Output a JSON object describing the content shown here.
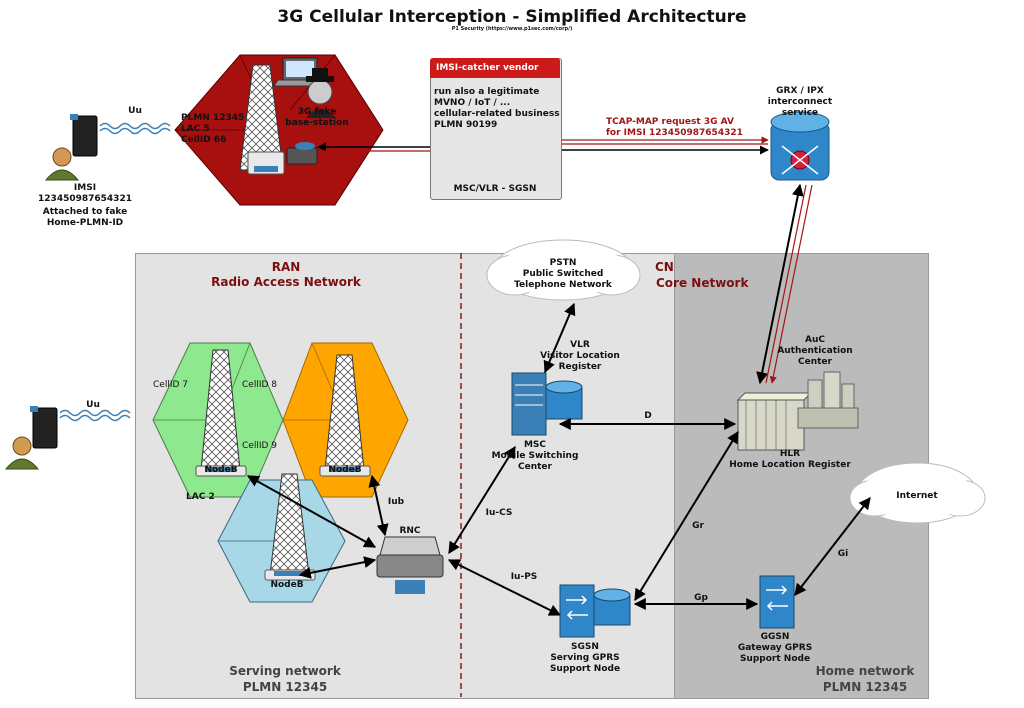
{
  "title": "3G Cellular Interception - Simplified Architecture",
  "subtitle": "P1 Security (https://www.p1sec.com/corp/)",
  "colors": {
    "red_cell": "#a80f0f",
    "green_cell": "#8ee88e",
    "orange_cell": "#ffa500",
    "blue_cell": "#a8d8e8",
    "region_light": "#e3e3e3",
    "region_dark": "#bbbbbb",
    "link_red": "#a31515"
  },
  "fake_bts": {
    "plmn": "PLMN  12345",
    "lac": "LAC     5",
    "cellid": "CellID  66",
    "label": "3G fake base-station"
  },
  "uu_top": "Uu",
  "imsi_user": {
    "line1": "IMSI",
    "line2": "123450987654321",
    "line3": "Attached to fake",
    "line4": "Home-PLMN-ID"
  },
  "vendor": {
    "header": "IMSI-catcher vendor",
    "desc": [
      "run also a legitimate",
      "MVNO / IoT / ...",
      "cellular-related business",
      "PLMN 90199"
    ],
    "server_label": "MSC/VLR - SGSN"
  },
  "tcap": {
    "line1": "TCAP-MAP request 3G AV",
    "line2": "for IMSI 123450987654321"
  },
  "grx": {
    "line1": "GRX / IPX",
    "line2": "interconnect",
    "line3": "service"
  },
  "ran": {
    "line1": "RAN",
    "line2": "Radio Access Network"
  },
  "cn": {
    "line1": "CN",
    "line2": "Core Network"
  },
  "pstn": {
    "line1": "PSTN",
    "line2": "Public Switched",
    "line3": "Telephone Network"
  },
  "vlr": {
    "line1": "VLR",
    "line2": "Visitor Location",
    "line3": "Register"
  },
  "msc": {
    "line1": "MSC",
    "line2": "Mobile Switching",
    "line3": "Center"
  },
  "auc": {
    "line1": "AuC",
    "line2": "Authentication",
    "line3": "Center"
  },
  "hlr": {
    "line1": "HLR",
    "line2": "Home Location Register"
  },
  "internet": "Internet",
  "cells": {
    "c7": "CellID 7",
    "c8": "CellID 8",
    "c9": "CellID 9",
    "lac2": "LAC 2"
  },
  "nodeb": "NodeB",
  "rnc": "RNC",
  "uu_left": "Uu",
  "links": {
    "iub": "Iub",
    "iucs": "Iu-CS",
    "iups": "Iu-PS",
    "d": "D",
    "gr": "Gr",
    "gp": "Gp",
    "gi": "Gi"
  },
  "sgsn": {
    "line1": "SGSN",
    "line2": "Serving GPRS",
    "line3": "Support Node"
  },
  "ggsn": {
    "line1": "GGSN",
    "line2": "Gateway GPRS",
    "line3": "Support Node"
  },
  "serving": {
    "line1": "Serving network",
    "line2": "PLMN 12345"
  },
  "home": {
    "line1": "Home network",
    "line2": "PLMN 12345"
  }
}
